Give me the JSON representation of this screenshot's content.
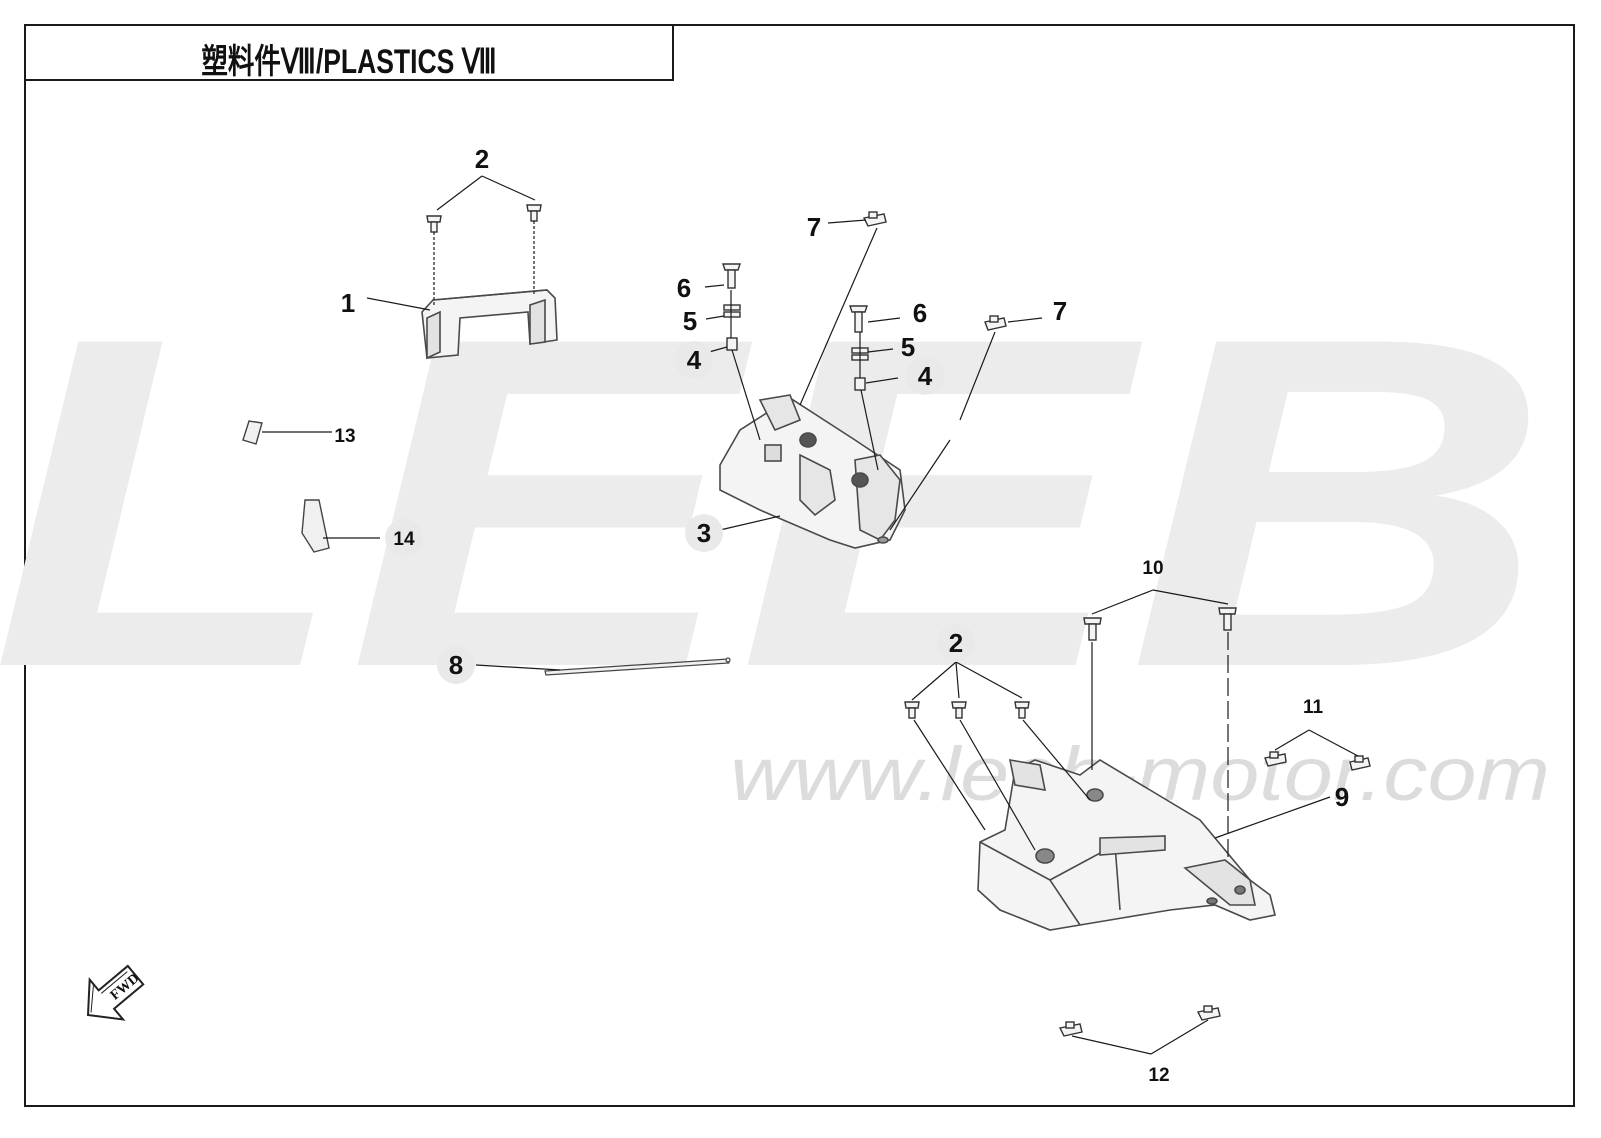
{
  "title": "塑料件Ⅷ/PLASTICS Ⅷ",
  "watermark": {
    "brand": "LEEB",
    "url": "www.leeb-motor.com"
  },
  "fwd_marker": "FWD",
  "callouts": {
    "c1": "1",
    "c2a": "2",
    "c2b": "2",
    "c3": "3",
    "c4a": "4",
    "c4b": "4",
    "c5a": "5",
    "c5b": "5",
    "c6a": "6",
    "c6b": "6",
    "c7a": "7",
    "c7b": "7",
    "c8": "8",
    "c9": "9",
    "c10": "10",
    "c11": "11",
    "c12": "12",
    "c13": "13",
    "c14": "14"
  },
  "colors": {
    "line": "#1a1a1a",
    "part_stroke": "#4a4a4a",
    "part_fill": "#f4f4f4",
    "watermark": "#ececec",
    "watermark_url": "#dcdcdc",
    "callout_circle": "#e9e9e9"
  }
}
